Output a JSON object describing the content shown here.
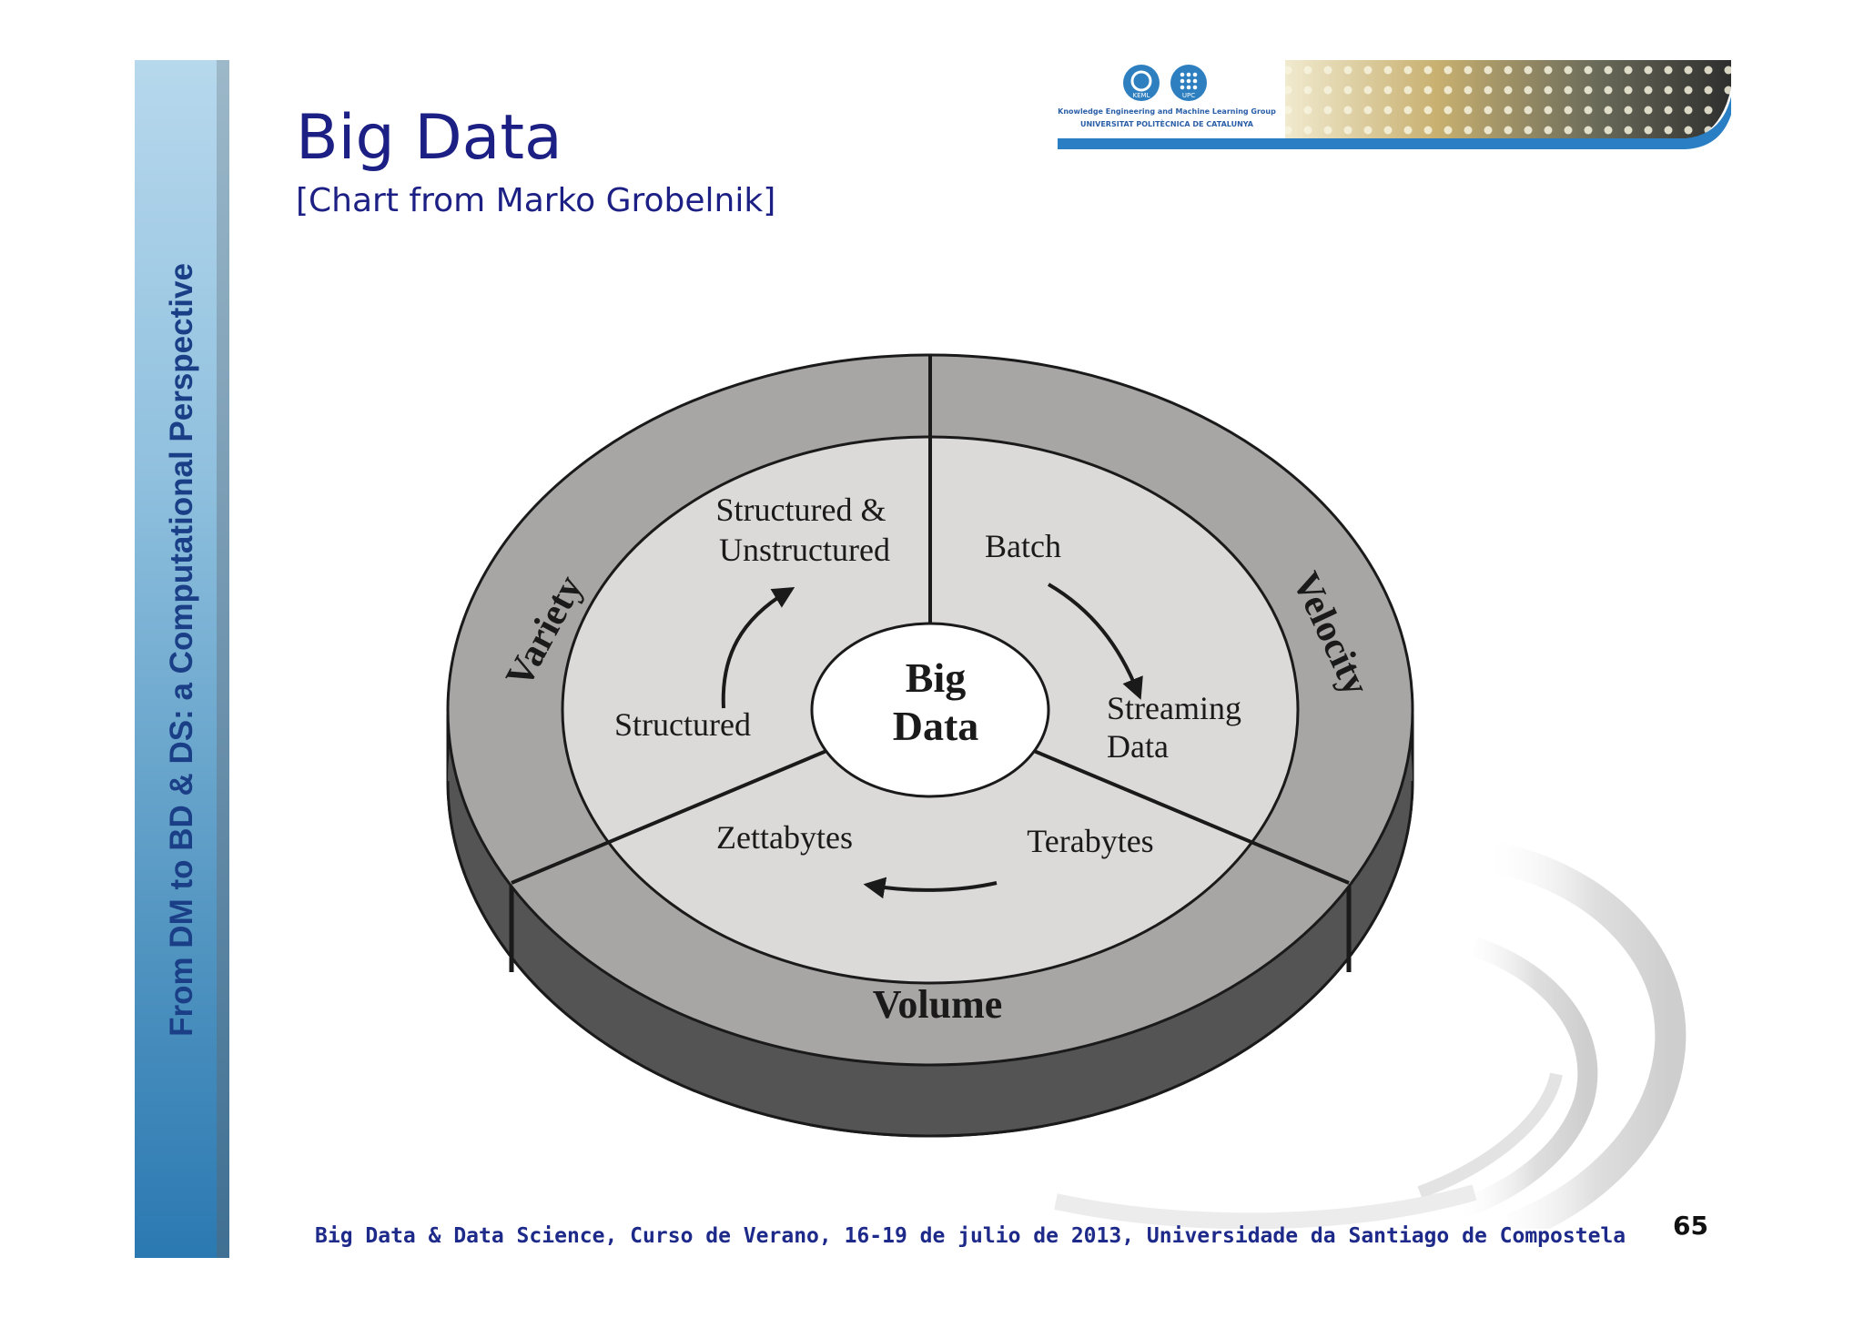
{
  "sidebar": {
    "text": "From DM to BD & DS: a Computational Perspective"
  },
  "slide": {
    "title": "Big Data",
    "subtitle": "[Chart from Marko Grobelnik]",
    "page_number": "65"
  },
  "logo": {
    "badge_left": "KEML",
    "badge_right": "UPC",
    "group_name": "Knowledge Engineering and Machine Learning Group",
    "university": "UNIVERSITAT POLITÈCNICA DE CATALUNYA"
  },
  "footer": {
    "text": "Big Data & Data Science, Curso de Verano, 16-19 de julio de 2013, Universidade da Santiago de Compostela"
  },
  "diagram": {
    "center": {
      "line1": "Big",
      "line2": "Data"
    },
    "outer_labels": {
      "variety": "Variety",
      "velocity": "Velocity",
      "volume": "Volume"
    },
    "inner_labels": {
      "structured_unstructured_1": "Structured &",
      "structured_unstructured_2": "Unstructured",
      "structured": "Structured",
      "batch": "Batch",
      "streaming_1": "Streaming",
      "streaming_2": "Data",
      "terabytes": "Terabytes",
      "zettabytes": "Zettabytes"
    },
    "colors": {
      "outer_ring": "#a8a5a5",
      "inner_disk": "#dcd9d9",
      "side_wall": "#545454",
      "center": "#ffffff",
      "line": "#1a1a1a"
    }
  }
}
